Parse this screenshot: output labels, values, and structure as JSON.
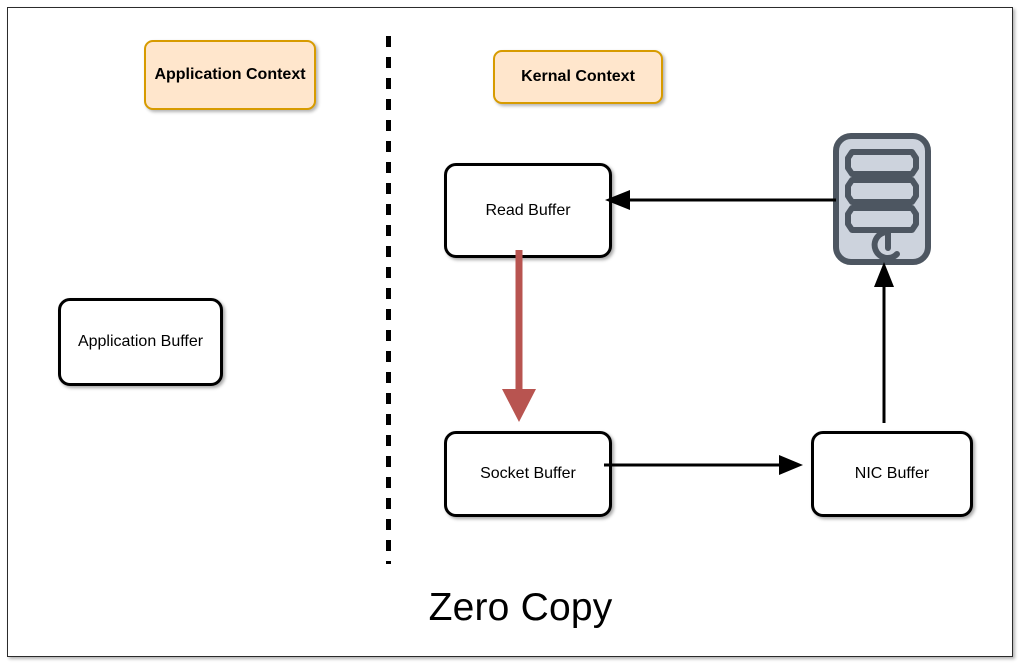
{
  "diagram": {
    "caption": "Zero Copy",
    "contexts": [
      {
        "id": "application",
        "label": "Application Context"
      },
      {
        "id": "kernel",
        "label": "Kernal Context"
      }
    ],
    "nodes": [
      {
        "id": "application-buffer",
        "label": "Application Buffer"
      },
      {
        "id": "read-buffer",
        "label": "Read Buffer"
      },
      {
        "id": "socket-buffer",
        "label": "Socket Buffer"
      },
      {
        "id": "nic-buffer",
        "label": "NIC Buffer"
      }
    ],
    "icons": [
      {
        "id": "server",
        "name": "server-icon"
      },
      {
        "id": "divider",
        "name": "dashed-divider"
      }
    ],
    "edges": [
      {
        "id": "server-to-read",
        "from": "server",
        "to": "read-buffer",
        "direction": "left",
        "color": "#000000"
      },
      {
        "id": "read-to-socket",
        "from": "read-buffer",
        "to": "socket-buffer",
        "direction": "down",
        "color": "#b85450"
      },
      {
        "id": "socket-to-nic",
        "from": "socket-buffer",
        "to": "nic-buffer",
        "direction": "right",
        "color": "#000000"
      },
      {
        "id": "nic-to-server",
        "from": "nic-buffer",
        "to": "server",
        "direction": "up",
        "color": "#000000"
      }
    ],
    "colors": {
      "chip_fill": "#ffe6cc",
      "chip_border": "#d79b00",
      "node_fill": "#ffffff",
      "node_border": "#000000",
      "accent_red": "#b85450",
      "server_fill": "#cdd3dd",
      "server_stroke": "#4d5661",
      "frame_border": "#2b2b2b"
    }
  }
}
